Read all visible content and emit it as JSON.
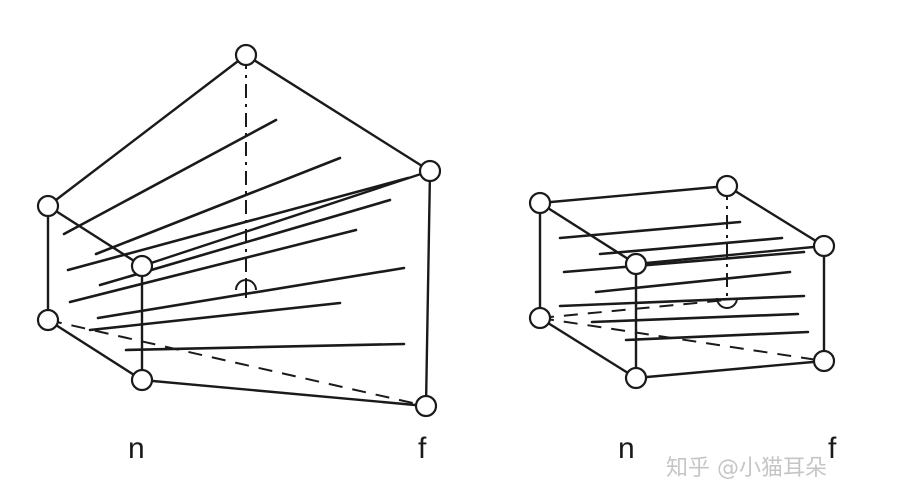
{
  "frustum": {
    "near_label": "n",
    "far_label": "f"
  },
  "cuboid": {
    "near_label": "n",
    "far_label": "f"
  },
  "watermark": "知乎 @小猫耳朵"
}
